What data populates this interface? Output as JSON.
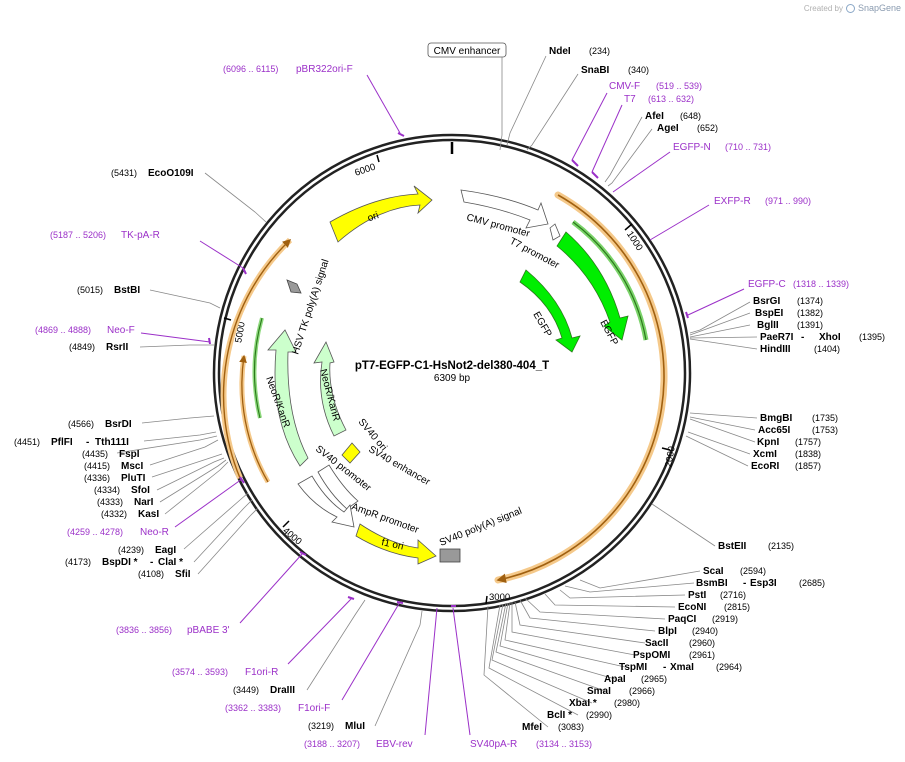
{
  "credit": {
    "prefix": "Created by",
    "brand": "SnapGene"
  },
  "plasmid": {
    "name": "pT7-EGFP-C1-HsNot2-del380-404_T",
    "length_label": "6309 bp"
  },
  "ticks": [
    "1000",
    "2000",
    "3000",
    "4000",
    "5000",
    "6000"
  ],
  "boxed_feature": {
    "label": "CMV enhancer"
  },
  "features": [
    {
      "label": "ori"
    },
    {
      "label": "CMV promoter"
    },
    {
      "label": "T7 promoter"
    },
    {
      "label": "EGFP"
    },
    {
      "label": "EGFP"
    },
    {
      "label": "HSV TK poly(A) signal"
    },
    {
      "label": "NeoR/KanR"
    },
    {
      "label": "NeoR/KanR"
    },
    {
      "label": "SV40 ori"
    },
    {
      "label": "SV40 enhancer"
    },
    {
      "label": "SV40 promoter"
    },
    {
      "label": "AmpR promoter"
    },
    {
      "label": "f1 ori"
    },
    {
      "label": "SV40 poly(A) signal"
    }
  ],
  "enzymes_right": [
    {
      "name": "NdeI",
      "pos": "(234)"
    },
    {
      "name": "SnaBI",
      "pos": "(340)"
    },
    {
      "name": "AfeI",
      "pos": "(648)"
    },
    {
      "name": "AgeI",
      "pos": "(652)"
    },
    {
      "name": "BsrGI",
      "pos": "(1374)"
    },
    {
      "name": "BspEI",
      "pos": "(1382)"
    },
    {
      "name": "BglII",
      "pos": "(1391)"
    },
    {
      "name": "PaeR7I",
      "name2": "XhoI",
      "pos": "(1395)"
    },
    {
      "name": "HindIII",
      "pos": "(1404)"
    },
    {
      "name": "BmgBI",
      "pos": "(1735)"
    },
    {
      "name": "Acc65I",
      "pos": "(1753)"
    },
    {
      "name": "KpnI",
      "pos": "(1757)"
    },
    {
      "name": "XcmI",
      "pos": "(1838)"
    },
    {
      "name": "EcoRI",
      "pos": "(1857)"
    },
    {
      "name": "BstEII",
      "pos": "(2135)"
    },
    {
      "name": "ScaI",
      "pos": "(2594)"
    },
    {
      "name": "BsmBI",
      "name2": "Esp3I",
      "pos": "(2685)"
    },
    {
      "name": "PstI",
      "pos": "(2716)"
    },
    {
      "name": "EcoNI",
      "pos": "(2815)"
    },
    {
      "name": "PaqCI",
      "pos": "(2919)"
    },
    {
      "name": "BlpI",
      "pos": "(2940)"
    },
    {
      "name": "SacII",
      "pos": "(2960)"
    },
    {
      "name": "PspOMI",
      "pos": "(2961)"
    },
    {
      "name": "TspMI",
      "name2": "XmaI",
      "pos": "(2964)"
    },
    {
      "name": "ApaI",
      "pos": "(2965)"
    },
    {
      "name": "SmaI",
      "pos": "(2966)"
    },
    {
      "name": "XbaI *",
      "pos": "(2980)"
    },
    {
      "name": "BclI *",
      "pos": "(2990)"
    },
    {
      "name": "MfeI",
      "pos": "(3083)"
    }
  ],
  "enzymes_left": [
    {
      "name": "EcoO109I",
      "pos": "(5431)"
    },
    {
      "name": "BstBI",
      "pos": "(5015)"
    },
    {
      "name": "RsrII",
      "pos": "(4849)"
    },
    {
      "name": "BsrDI",
      "pos": "(4566)"
    },
    {
      "name": "PflFI",
      "name2": "Tth111I",
      "pos": "(4451)"
    },
    {
      "name": "FspI",
      "pos": "(4435)"
    },
    {
      "name": "MscI",
      "pos": "(4415)"
    },
    {
      "name": "PluTI",
      "pos": "(4336)"
    },
    {
      "name": "SfoI",
      "pos": "(4334)"
    },
    {
      "name": "NarI",
      "pos": "(4333)"
    },
    {
      "name": "KasI",
      "pos": "(4332)"
    },
    {
      "name": "EagI",
      "pos": "(4239)"
    },
    {
      "name": "BspDI *",
      "name2": "ClaI *",
      "pos": "(4173)"
    },
    {
      "name": "SfiI",
      "pos": "(4108)"
    },
    {
      "name": "DraIII",
      "pos": "(3449)"
    },
    {
      "name": "MluI",
      "pos": "(3219)"
    }
  ],
  "primers": [
    {
      "name": "CMV-F",
      "range": "(519 .. 539)"
    },
    {
      "name": "T7",
      "range": "(613 .. 632)"
    },
    {
      "name": "EGFP-N",
      "range": "(710 .. 731)"
    },
    {
      "name": "EXFP-R",
      "range": "(971 .. 990)"
    },
    {
      "name": "EGFP-C",
      "range": "(1318 .. 1339)"
    },
    {
      "name": "pBR322ori-F",
      "range": "(6096 .. 6115)"
    },
    {
      "name": "TK-pA-R",
      "range": "(5187 .. 5206)"
    },
    {
      "name": "Neo-F",
      "range": "(4869 .. 4888)"
    },
    {
      "name": "Neo-R",
      "range": "(4259 .. 4278)"
    },
    {
      "name": "pBABE 3'",
      "range": "(3836 .. 3856)"
    },
    {
      "name": "F1ori-R",
      "range": "(3574 .. 3593)"
    },
    {
      "name": "F1ori-F",
      "range": "(3362 .. 3383)"
    },
    {
      "name": "EBV-rev",
      "range": "(3188 .. 3207)"
    },
    {
      "name": "SV40pA-R",
      "range": "(3134 .. 3153)"
    }
  ]
}
